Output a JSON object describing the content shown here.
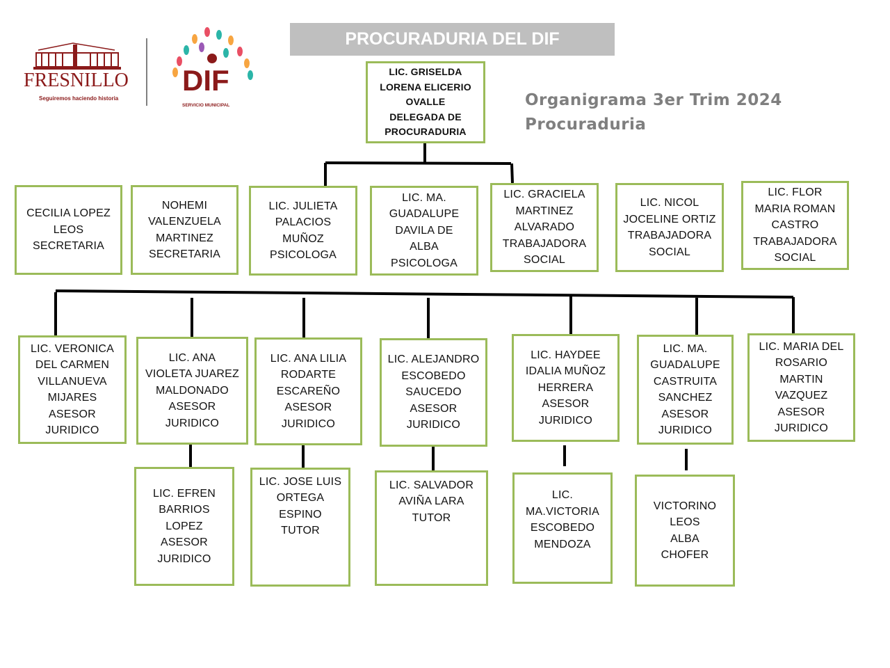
{
  "header": {
    "title": "PROCURADURIA DEL DIF",
    "subtitle_line1": "Organigrama 3er Trim 2024",
    "subtitle_line2": "Procuraduria",
    "logo_fresnillo": "FRESNILLO",
    "logo_fresnillo_tagline": "Seguiremos haciendo historia",
    "logo_dif": "DIF",
    "logo_dif_tagline": "SERVICIO MUNICIPAL"
  },
  "head": {
    "text": "LIC. GRISELDA\nLORENA ELICERIO\nOVALLE\nDELEGADA DE\nPROCURADURIA"
  },
  "row1": [
    {
      "text": "CECILIA LOPEZ\nLEOS\nSECRETARIA"
    },
    {
      "text": "NOHEMI\nVALENZUELA\nMARTINEZ\nSECRETARIA"
    },
    {
      "text": "LIC.  JULIETA\nPALACIOS\nMUÑOZ\nPSICOLOGA"
    },
    {
      "text": "LIC. MA.\nGUADALUPE\nDAVILA DE\nALBA\nPSICOLOGA"
    },
    {
      "text": "LIC. GRACIELA\nMARTINEZ\nALVARADO\nTRABAJADORA\nSOCIAL"
    },
    {
      "text": "LIC.  NICOL\nJOCELINE ORTIZ\nTRABAJADORA\nSOCIAL"
    },
    {
      "text": "LIC.  FLOR\nMARIA ROMAN\nCASTRO\nTRABAJADORA\nSOCIAL"
    }
  ],
  "row2": [
    {
      "text": "LIC. VERONICA\nDEL CARMEN\nVILLANUEVA\nMIJARES\nASESOR\nJURIDICO"
    },
    {
      "text": "LIC. ANA\nVIOLETA JUAREZ\nMALDONADO\nASESOR\nJURIDICO"
    },
    {
      "text": "LIC. ANA LILIA\nRODARTE\nESCAREÑO\nASESOR\nJURIDICO"
    },
    {
      "text": "LIC. ALEJANDRO\nESCOBEDO\nSAUCEDO\nASESOR\nJURIDICO"
    },
    {
      "text": "LIC. HAYDEE\nIDALIA MUÑOZ\nHERRERA\nASESOR\nJURIDICO"
    },
    {
      "text": "LIC. MA.\nGUADALUPE\nCASTRUITA\nSANCHEZ\nASESOR\nJURIDICO"
    },
    {
      "text": "LIC. MARIA DEL\nROSARIO\nMARTIN\nVAZQUEZ\nASESOR\nJURIDICO"
    }
  ],
  "row3": [
    {
      "text": "LIC. EFREN\nBARRIOS\nLOPEZ\nASESOR\nJURIDICO"
    },
    {
      "text": "LIC. JOSE LUIS\nORTEGA\nESPINO\nTUTOR"
    },
    {
      "text": "LIC. SALVADOR\nAVIÑA LARA\nTUTOR"
    },
    {
      "text": "LIC.\nMA.VICTORIA\nESCOBEDO\nMENDOZA"
    },
    {
      "text": "VICTORINO\nLEOS\nALBA\nCHOFER"
    }
  ],
  "colors": {
    "box_border": "#9bbb59",
    "title_bg": "#bfbfbf",
    "subtitle": "#7f7f7f",
    "logo": "#8b1a1a"
  }
}
